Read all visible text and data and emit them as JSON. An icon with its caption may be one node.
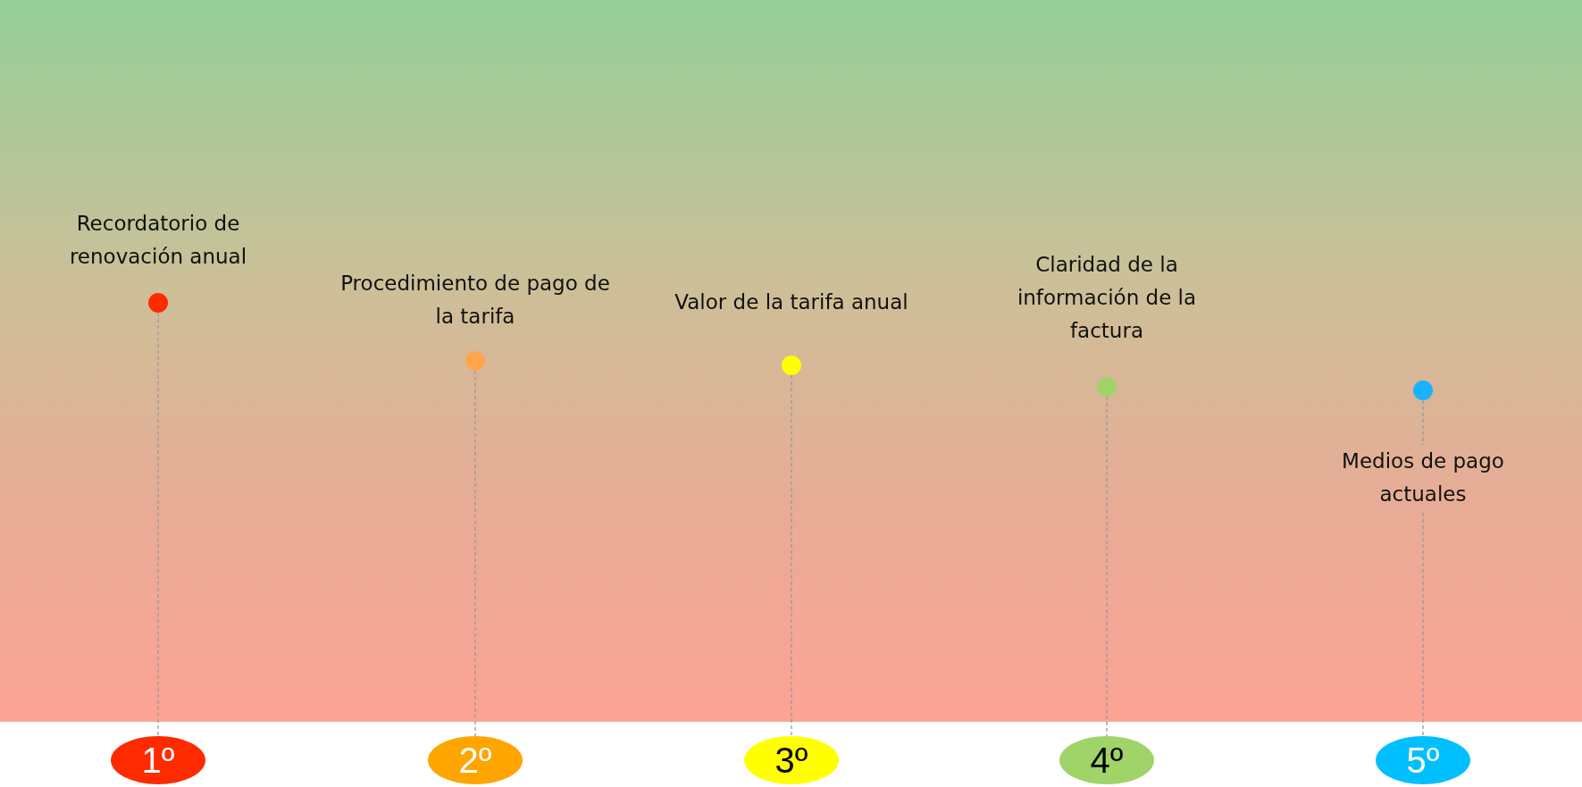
{
  "diagram": {
    "nodes": [
      {
        "text": [],
        "shape": "circle",
        "beside": [
          "Recordatorio de renovación anual"
        ]
      },
      {
        "text": [],
        "shape": "circle",
        "beside": [
          "Procedimiento de pago de la tarifa"
        ]
      },
      {
        "text": [],
        "shape": "circle",
        "beside": [
          "Valor de la tarifa anual"
        ]
      },
      {
        "text": [],
        "shape": "circle",
        "beside": [
          "Claridad de la información de la factura"
        ]
      },
      {
        "text": [],
        "shape": "circle",
        "beside": [
          "Medios de pago actuales"
        ]
      },
      {
        "text": [
          "1º"
        ]
      },
      {
        "text": [
          "2º"
        ]
      },
      {
        "text": [
          "3º"
        ]
      },
      {
        "text": [
          "4º"
        ]
      },
      {
        "text": [
          "5º"
        ]
      }
    ],
    "edges": [
      {
        "from": 0,
        "to": 5,
        "arrow": "none",
        "style": "dashed"
      },
      {
        "from": 1,
        "to": 6,
        "arrow": "none",
        "style": "dashed"
      },
      {
        "from": 2,
        "to": 7,
        "arrow": "none",
        "style": "dashed"
      },
      {
        "from": 3,
        "to": 8,
        "arrow": "none",
        "style": "dashed"
      },
      {
        "from": 4,
        "to": 9,
        "arrow": "none",
        "style": "dashed"
      }
    ]
  }
}
